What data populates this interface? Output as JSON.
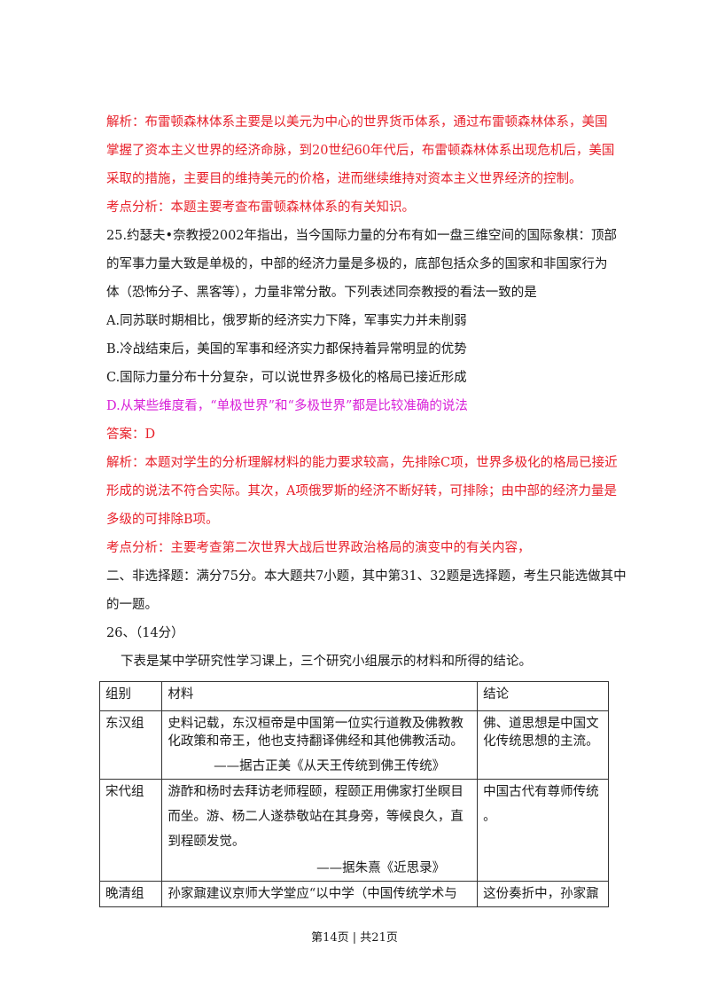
{
  "lines": {
    "l1": "解析：布雷顿森林体系主要是以美元为中心的世界货币体系，通过布雷顿森林体系，美国",
    "l2": "掌握了资本主义世界的经济命脉，到20世纪60年代后，布雷顿森林体系出现危机后，美国",
    "l3": "采取的措施，主要目的维持美元的价格，进而继续维持对资本主义世界经济的控制。",
    "l4": "考点分析：本题主要考查布雷顿森林体系的有关知识。",
    "q25a": "25.约瑟夫•奈教授2002年指出，当今国际力量的分布有如一盘三维空间的国际象棋：顶部",
    "q25b": "的军事力量大致是单极的，中部的经济力量是多极的，底部包括众多的国家和非国家行为",
    "q25c": "体（恐怖分子、黑客等），力量非常分散。下列表述同奈教授的看法一致的是",
    "optA": "A.同苏联时期相比，俄罗斯的经济实力下降，军事实力并未削弱",
    "optB": "B.冷战结束后，美国的军事和经济实力都保持着异常明显的优势",
    "optC": "C.国际力量分布十分复杂，可以说世界多极化的格局已接近形成",
    "optD": "D.从某些维度看，“单极世界”和“多极世界”都是比较准确的说法",
    "answer": "答案：D",
    "ana1": "解析：本题对学生的分析理解材料的能力要求较高，先排除C项，世界多极化的格局已接近",
    "ana2": "形成的说法不符合实际。其次，A项俄罗斯的经济不断好转，可排除；由中部的经济力量是",
    "ana3": "多级的可排除B项。",
    "kd2": "考点分析：主要考查第二次世界大战后世界政治格局的演变中的有关内容，",
    "sec2a": "二、非选择题：满分75分。本大题共7小题，其中第31、32题是选择题，考生只能选做其中",
    "sec2b": "的一题。",
    "q26": "26、（14分）",
    "intro": "下表是某中学研究性学习课上，三个研究小组展示的材料和所得的结论。"
  },
  "table": {
    "headers": [
      "组别",
      "材料",
      "结论"
    ],
    "rows": [
      {
        "group": "东汉组",
        "material": [
          "史料记载，东汉桓帝是中国第一位实行道教及佛教教",
          "化政策和帝王，他也支持翻译佛经和其他佛教活动。"
        ],
        "source": "——据古正美《从天王传统到佛王传统》",
        "conclusion": [
          "佛、道思想是中国文",
          "化传统思想的主流。"
        ]
      },
      {
        "group": "宋代组",
        "material": [
          "游酢和杨时去拜访老师程颐，程颐正用佛家打坐瞑目",
          "而坐。游、杨二人遂恭敬站在其身旁，等候良久，直",
          "到程颐发觉。"
        ],
        "source": "——据朱熹《近思录》",
        "conclusion": [
          "中国古代有尊师传统",
          "。"
        ]
      },
      {
        "group": "晚清组",
        "material": [
          "孙家鼐建议京师大学堂应“以中学（中国传统学术与"
        ],
        "source": "",
        "conclusion": [
          "这份奏折中，孙家鼐"
        ]
      }
    ]
  },
  "footer": "第14页 | 共21页",
  "colors": {
    "red": "#e8202a",
    "magenta": "#d81fd8",
    "text": "#1a1a1a"
  }
}
